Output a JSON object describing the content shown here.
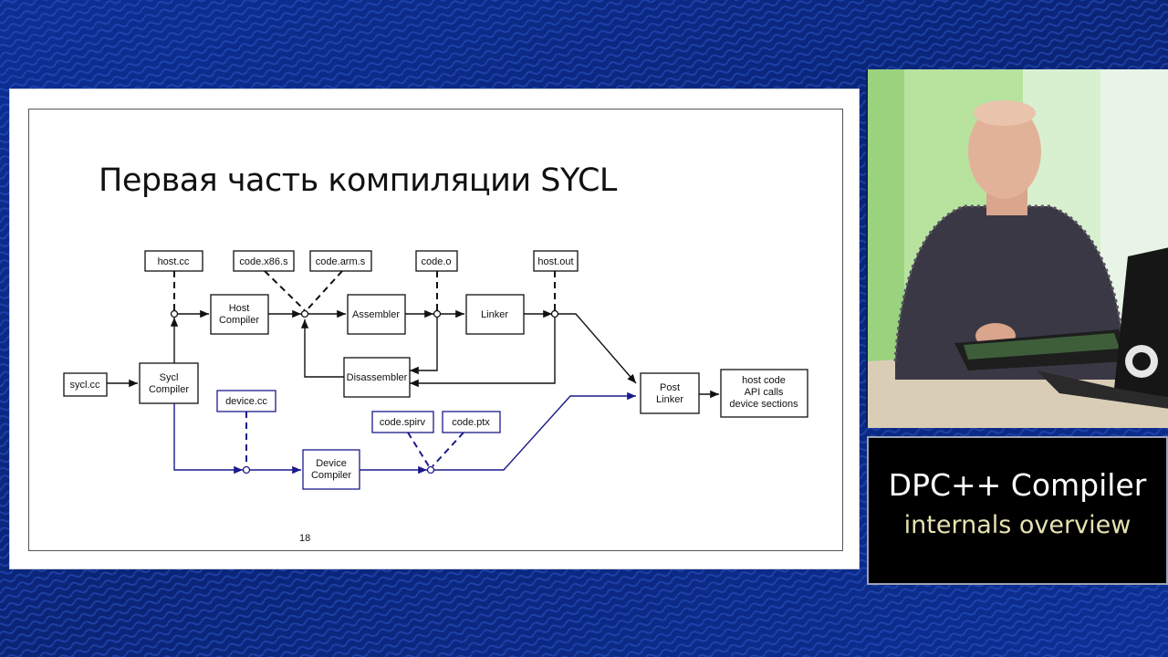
{
  "slide": {
    "title": "Первая часть компиляции SYCL",
    "page_number": "18"
  },
  "diagram": {
    "nodes": {
      "host_cc": "host.cc",
      "code_x86": "code.x86.s",
      "code_arm": "code.arm.s",
      "code_o": "code.o",
      "host_out": "host.out",
      "host_compiler": [
        "Host",
        "Compiler"
      ],
      "assembler": "Assembler",
      "linker": "Linker",
      "sycl_cc": "sycl.cc",
      "sycl_compiler": [
        "Sycl",
        "Compiler"
      ],
      "disassembler": "Disassembler",
      "post_linker": [
        "Post",
        "Linker"
      ],
      "host_code": [
        "host code",
        "API calls",
        "device sections"
      ],
      "device_cc": "device.cc",
      "code_spirv": "code.spirv",
      "code_ptx": "code.ptx",
      "device_compiler": [
        "Device",
        "Compiler"
      ]
    },
    "colors": {
      "host_path": "#111111",
      "device_path": "#1a1a8c"
    }
  },
  "caption": {
    "title": "DPC++ Compiler",
    "subtitle": "internals overview"
  },
  "colors": {
    "background": "#0b2a86",
    "caption_bg": "#000000",
    "caption_title": "#ffffff",
    "caption_subtitle": "#e6e2b0"
  }
}
